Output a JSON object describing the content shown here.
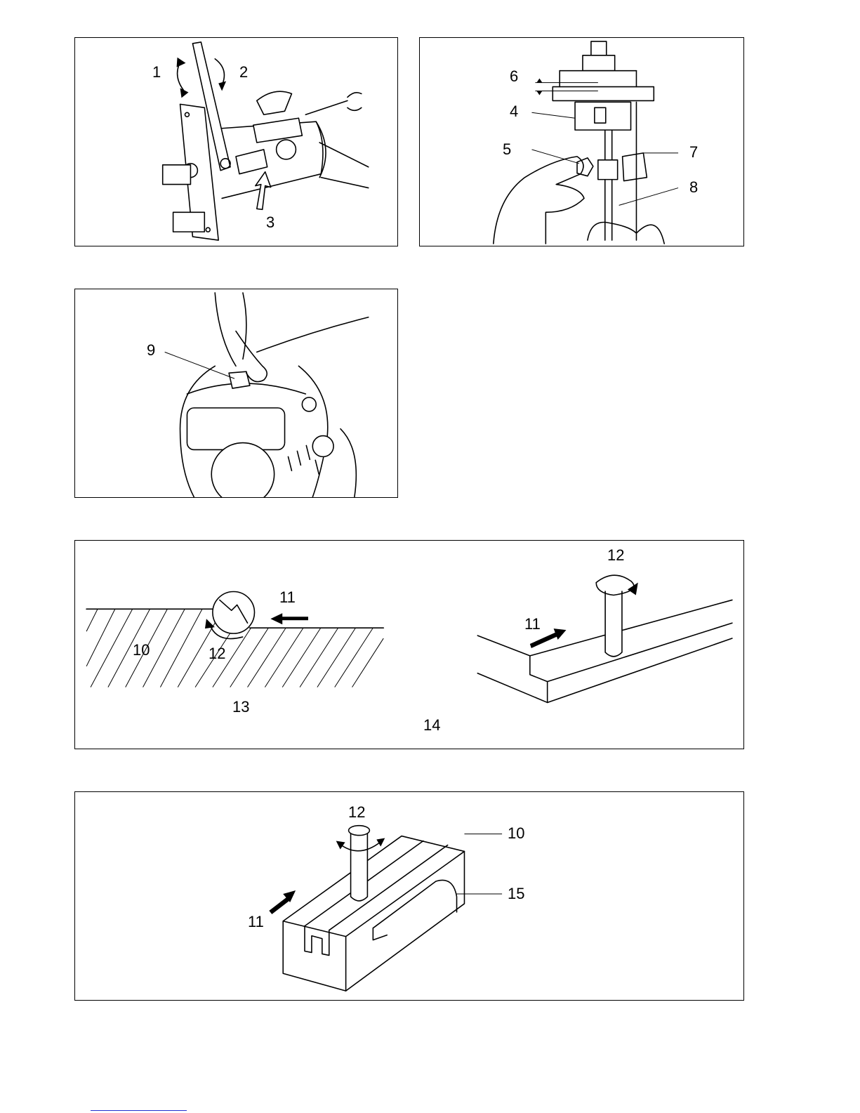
{
  "figures": [
    {
      "id": "fig1",
      "labels": [
        "1",
        "2",
        "3"
      ]
    },
    {
      "id": "fig2",
      "labels": [
        "6",
        "4",
        "5",
        "7",
        "8"
      ]
    },
    {
      "id": "fig3",
      "labels": [
        "9"
      ]
    },
    {
      "id": "fig4",
      "labels": [
        "11",
        "10",
        "12",
        "13",
        "14",
        "12",
        "11"
      ]
    },
    {
      "id": "fig5",
      "labels": [
        "12",
        "10",
        "15",
        "11"
      ]
    }
  ],
  "colors": {
    "ink": "#000000",
    "footer_line": "#2030d0"
  }
}
